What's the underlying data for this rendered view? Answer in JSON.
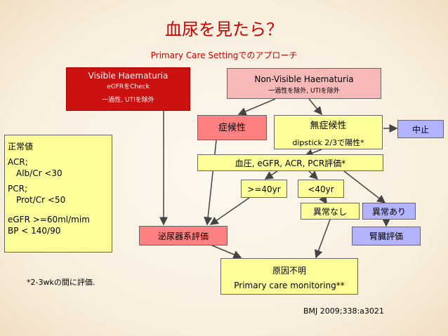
{
  "title": "血尿を見たら？",
  "subtitle": "Primary Care Settingでのアプローチ",
  "visible": {
    "title": "Visible Haematuria",
    "line1": "eGFRをCheck",
    "line2": "一過性, UTIを除外"
  },
  "nonvisible": {
    "title": "Non-Visible Haematuria",
    "line1": "一過性を除外, UTIを除外"
  },
  "symptomatic": "症候性",
  "asymptomatic": {
    "title": "無症候性",
    "line1": "dipstick 2/3で陽性*"
  },
  "stop": "中止",
  "evaluation": "血圧, eGFR, ACR, PCR評価*",
  "age_over": ">=40yr",
  "age_under": "<40yr",
  "no_abnormal": "異常なし",
  "abnormal": "異常あり",
  "urology": "泌尿器系評価",
  "nephrology": "腎臓評価",
  "unknown": {
    "title": "原因不明",
    "line1": "Primary care monitoring**"
  },
  "normal": {
    "heading": "正常値",
    "acr": "ACR;",
    "acr_val": "Alb/Cr <30",
    "pcr": "PCR;",
    "pcr_val": "Prot/Cr <50",
    "egfr": "eGFR >=60ml/mim",
    "bp": "BP < 140/90"
  },
  "footnote": "*2-3wkの間に評価.",
  "citation": "BMJ 2009;338:a3021",
  "colors": {
    "title": "#cc0000",
    "visible": "#cc1111",
    "yellow": "#ffff99",
    "pink": "#ff8080",
    "blue": "#b3b3ff"
  }
}
